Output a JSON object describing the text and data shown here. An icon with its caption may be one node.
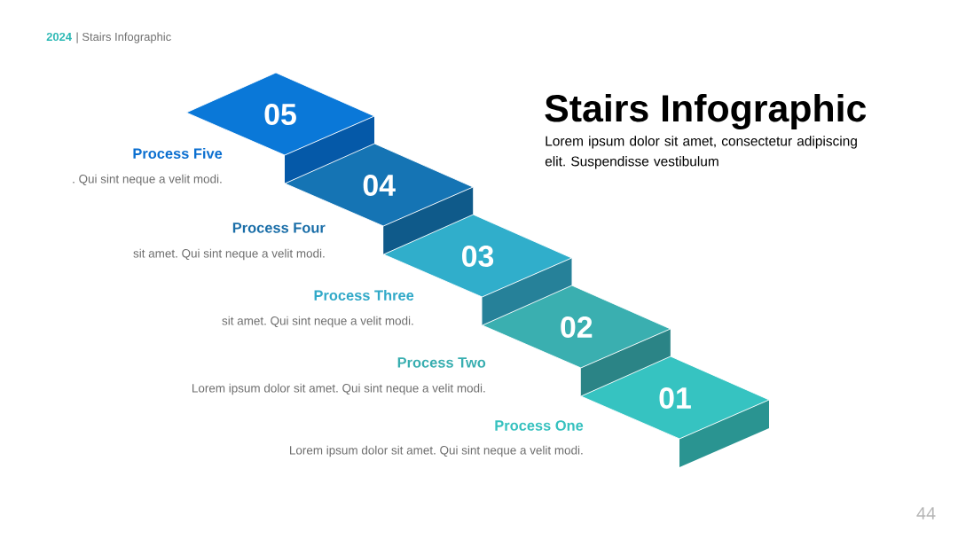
{
  "diagram": {
    "title": "Stairs Infographic",
    "nodes": [
      {
        "text": [
          "05"
        ],
        "beside": [
          "Process Five",
          ". Qui sint neque a velit modi."
        ]
      },
      {
        "text": [
          "04"
        ],
        "beside": [
          "Process Four",
          "sit amet. Qui sint neque a velit modi."
        ]
      },
      {
        "text": [
          "03"
        ],
        "beside": [
          "Process Three",
          "sit amet. Qui sint neque a velit modi."
        ]
      },
      {
        "text": [
          "02"
        ],
        "beside": [
          "Process Two",
          "Lorem ipsum dolor sit amet. Qui sint neque a velit modi."
        ]
      },
      {
        "text": [
          "01"
        ],
        "beside": [
          "Process One",
          "Lorem ipsum dolor sit amet. Qui sint neque a velit modi."
        ]
      }
    ],
    "labels": [
      "2024",
      "| Stairs Infographic",
      "Lorem ipsum dolor sit amet, consectetur adipiscing elit. Suspendisse vestibulum",
      "44"
    ]
  }
}
